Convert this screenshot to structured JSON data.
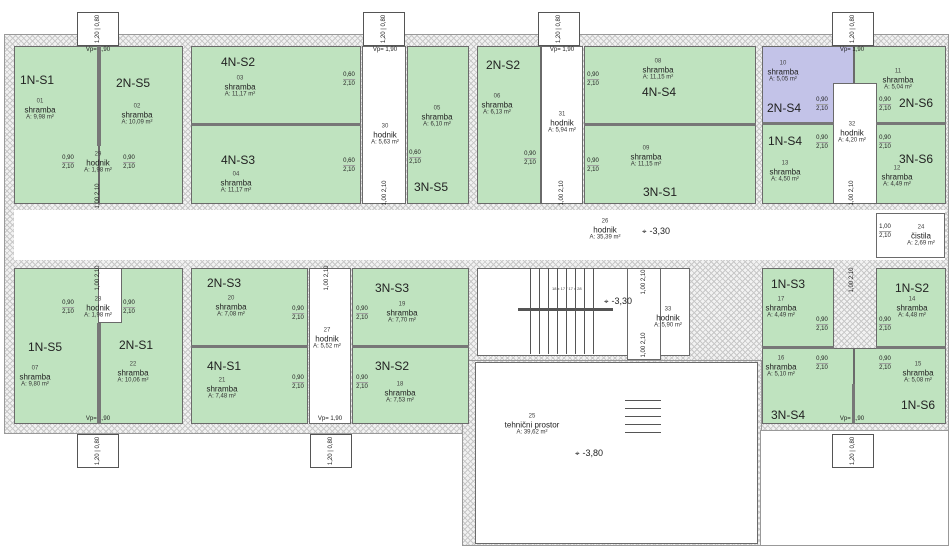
{
  "rooms": [
    {
      "id": "01",
      "code": "1N-S1",
      "number": "01",
      "type": "shramba",
      "area": "A: 9,98 m²"
    },
    {
      "id": "02",
      "code": "2N-S5",
      "number": "02",
      "type": "shramba",
      "area": "A: 10,09 m²"
    },
    {
      "id": "03",
      "code": "4N-S2",
      "number": "03",
      "type": "shramba",
      "area": "A: 11,17 m²"
    },
    {
      "id": "04",
      "code": "4N-S3",
      "number": "04",
      "type": "shramba",
      "area": "A: 11,17 m²"
    },
    {
      "id": "05",
      "code": "3N-S5",
      "number": "05",
      "type": "shramba",
      "area": "A: 6,10 m²"
    },
    {
      "id": "06",
      "code": "2N-S2",
      "number": "06",
      "type": "shramba",
      "area": "A: 6,13 m²"
    },
    {
      "id": "08",
      "code": "4N-S4",
      "number": "08",
      "type": "shramba",
      "area": "A: 11,15 m²"
    },
    {
      "id": "09",
      "code": "3N-S1",
      "number": "09",
      "type": "shramba",
      "area": "A: 11,15 m²"
    },
    {
      "id": "10",
      "code": "2N-S4",
      "number": "10",
      "type": "shramba",
      "area": "A: 5,05 m²"
    },
    {
      "id": "11",
      "code": "2N-S6",
      "number": "11",
      "type": "shramba",
      "area": "A: 5,04 m²"
    },
    {
      "id": "13",
      "code": "1N-S4",
      "number": "13",
      "type": "shramba",
      "area": "A: 4,50 m²"
    },
    {
      "id": "12",
      "code": "3N-S6",
      "number": "12",
      "type": "shramba",
      "area": "A: 4,49 m²"
    },
    {
      "id": "07",
      "code": "1N-S5",
      "number": "07",
      "type": "shramba",
      "area": "A: 9,80 m²"
    },
    {
      "id": "22",
      "code": "2N-S1",
      "number": "22",
      "type": "shramba",
      "area": "A: 10,06 m²"
    },
    {
      "id": "20",
      "code": "2N-S3",
      "number": "20",
      "type": "shramba",
      "area": "A: 7,08 m²"
    },
    {
      "id": "21",
      "code": "4N-S1",
      "number": "21",
      "type": "shramba",
      "area": "A: 7,48 m²"
    },
    {
      "id": "19",
      "code": "3N-S3",
      "number": "19",
      "type": "shramba",
      "area": "A: 7,70 m²"
    },
    {
      "id": "18",
      "code": "3N-S2",
      "number": "18",
      "type": "shramba",
      "area": "A: 7,53 m²"
    },
    {
      "id": "17",
      "code": "1N-S3",
      "number": "17",
      "type": "shramba",
      "area": "A: 4,49 m²"
    },
    {
      "id": "14",
      "code": "1N-S2",
      "number": "14",
      "type": "shramba",
      "area": "A: 4,48 m²"
    },
    {
      "id": "16",
      "code": "3N-S4",
      "number": "16",
      "type": "shramba",
      "area": "A: 5,10 m²"
    },
    {
      "id": "15",
      "code": "1N-S6",
      "number": "15",
      "type": "shramba",
      "area": "A: 5,08 m²"
    },
    {
      "id": "29",
      "code": "",
      "number": "29",
      "type": "hodnik",
      "area": "A: 1,98 m²"
    },
    {
      "id": "30",
      "code": "",
      "number": "30",
      "type": "hodnik",
      "area": "A: 5,63 m²"
    },
    {
      "id": "31",
      "code": "",
      "number": "31",
      "type": "hodnik",
      "area": "A: 5,94 m²"
    },
    {
      "id": "32",
      "code": "",
      "number": "32",
      "type": "hodnik",
      "area": "A: 4,20 m²"
    },
    {
      "id": "26",
      "code": "",
      "number": "26",
      "type": "hodnik",
      "area": "A: 35,39 m²"
    },
    {
      "id": "24",
      "code": "",
      "number": "24",
      "type": "čistila",
      "area": "A: 2,69 m²"
    },
    {
      "id": "28",
      "code": "",
      "number": "28",
      "type": "hodnik",
      "area": "A: 1,98 m²"
    },
    {
      "id": "27",
      "code": "",
      "number": "27",
      "type": "hodnik",
      "area": "A: 5,52 m²"
    },
    {
      "id": "33",
      "code": "",
      "number": "33",
      "type": "hodnik",
      "area": "A: 5,90 m²"
    },
    {
      "id": "25",
      "code": "",
      "number": "25",
      "type": "tehnični prostor",
      "area": "A: 39,62 m²"
    }
  ],
  "door_labels": {
    "width_090": "0,90",
    "width_080": "0,80",
    "width_060": "0,60",
    "width_100": "1,00",
    "height_210": "2,10"
  },
  "window_label": "1,20 | 0,80",
  "vp_label": "Vp= 1,90",
  "elevations": {
    "corridor": "-3,30",
    "stair_hall": "-3,30",
    "technical": "-3,80"
  },
  "stair_note": "18 x 17 / 17 x 28",
  "colors": {
    "storage": "#bfe3bf",
    "highlighted": "#c3c3e8",
    "wall": "#777777"
  }
}
